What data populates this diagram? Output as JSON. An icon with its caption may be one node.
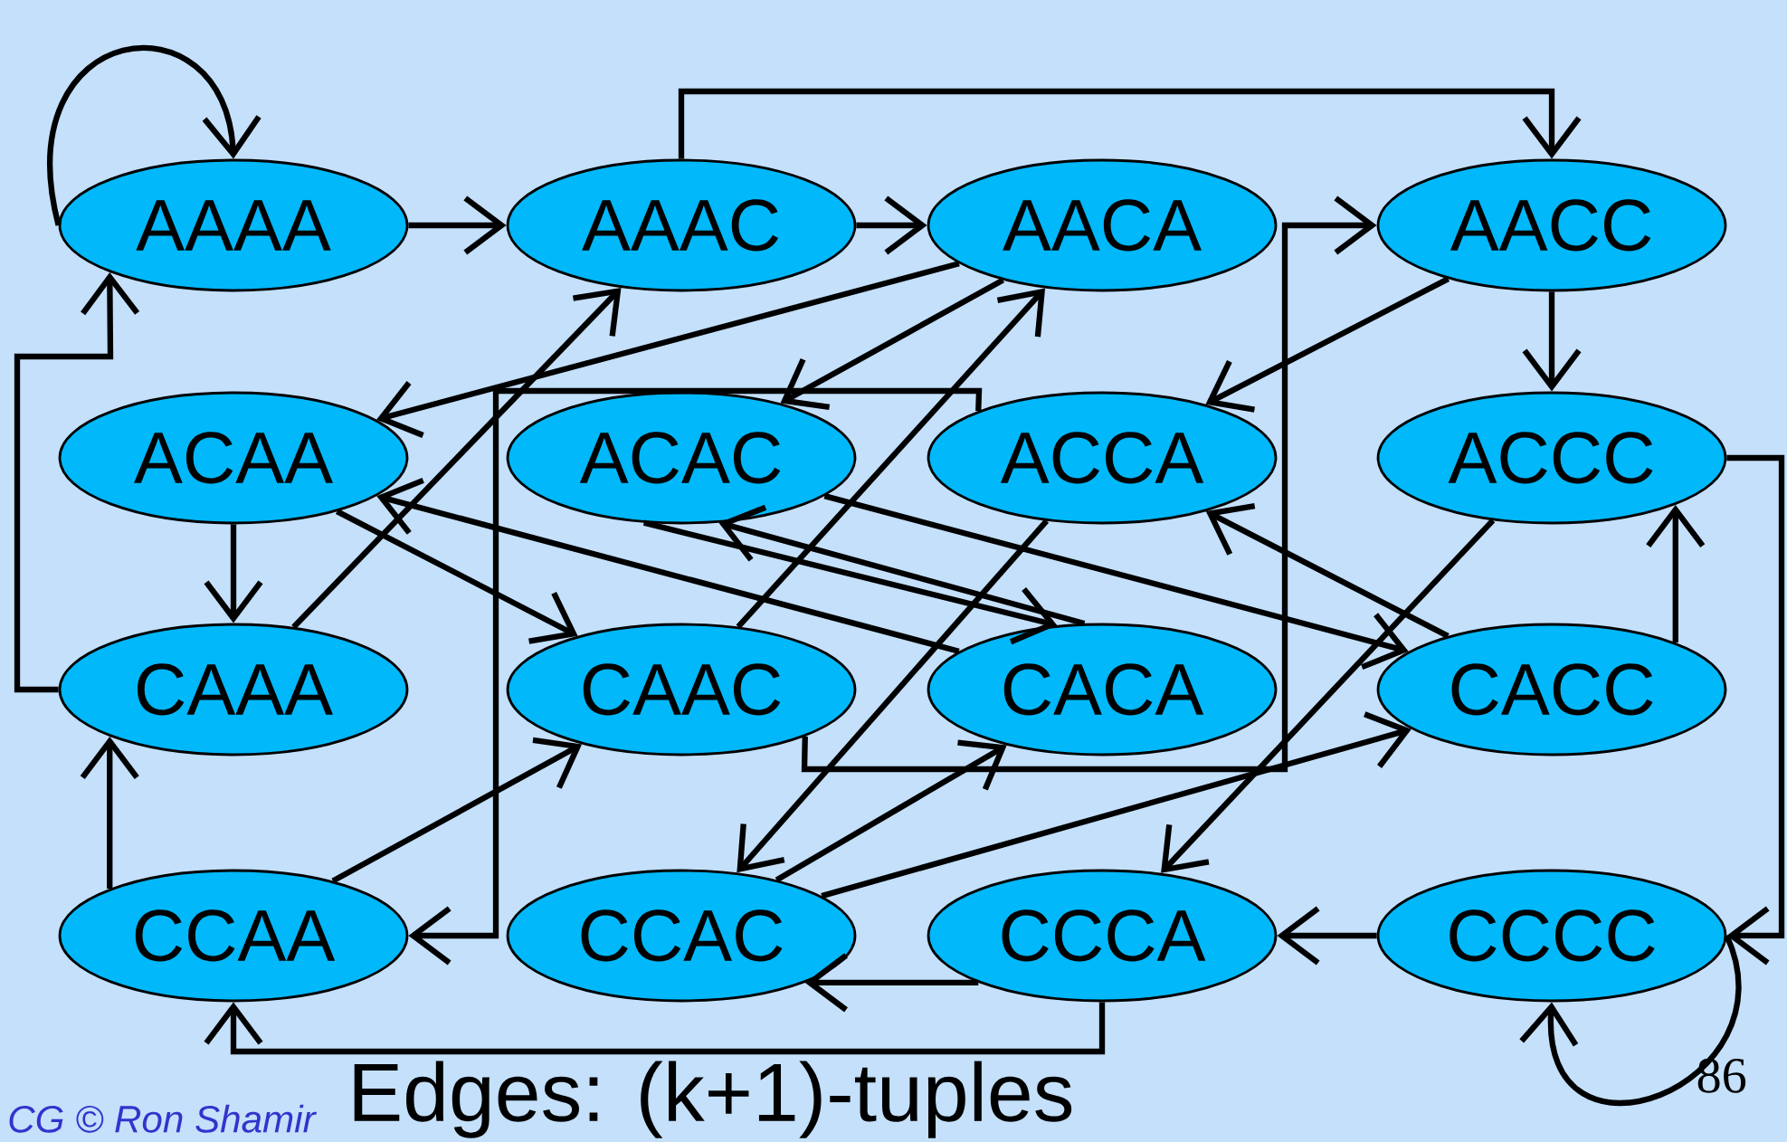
{
  "diagram": {
    "nodes": [
      {
        "text": [
          "AAAA"
        ]
      },
      {
        "text": [
          "AAAC"
        ]
      },
      {
        "text": [
          "AACA"
        ]
      },
      {
        "text": [
          "AACC"
        ]
      },
      {
        "text": [
          "ACAA"
        ]
      },
      {
        "text": [
          "ACAC"
        ]
      },
      {
        "text": [
          "ACCA"
        ]
      },
      {
        "text": [
          "ACCC"
        ]
      },
      {
        "text": [
          "CAAA"
        ]
      },
      {
        "text": [
          "CAAC"
        ]
      },
      {
        "text": [
          "CACA"
        ]
      },
      {
        "text": [
          "CACC"
        ]
      },
      {
        "text": [
          "CCAA"
        ]
      },
      {
        "text": [
          "CCAC"
        ]
      },
      {
        "text": [
          "CCCA"
        ]
      },
      {
        "text": [
          "CCCC"
        ]
      }
    ],
    "edges": [
      {
        "from": 0,
        "to": 0,
        "arrow": "to"
      },
      {
        "from": 0,
        "to": 1,
        "arrow": "to"
      },
      {
        "from": 1,
        "to": 2,
        "arrow": "to"
      },
      {
        "from": 1,
        "to": 3,
        "arrow": "to"
      },
      {
        "from": 2,
        "to": 4,
        "arrow": "to"
      },
      {
        "from": 2,
        "to": 5,
        "arrow": "to"
      },
      {
        "from": 3,
        "to": 6,
        "arrow": "to"
      },
      {
        "from": 3,
        "to": 7,
        "arrow": "to"
      },
      {
        "from": 4,
        "to": 8,
        "arrow": "to"
      },
      {
        "from": 4,
        "to": 9,
        "arrow": "to"
      },
      {
        "from": 5,
        "to": 10,
        "arrow": "to"
      },
      {
        "from": 5,
        "to": 11,
        "arrow": "to"
      },
      {
        "from": 6,
        "to": 12,
        "arrow": "to"
      },
      {
        "from": 6,
        "to": 13,
        "arrow": "to"
      },
      {
        "from": 7,
        "to": 14,
        "arrow": "to"
      },
      {
        "from": 7,
        "to": 15,
        "arrow": "to"
      },
      {
        "from": 8,
        "to": 0,
        "arrow": "to"
      },
      {
        "from": 8,
        "to": 1,
        "arrow": "to"
      },
      {
        "from": 9,
        "to": 2,
        "arrow": "to"
      },
      {
        "from": 9,
        "to": 3,
        "arrow": "to"
      },
      {
        "from": 10,
        "to": 4,
        "arrow": "to"
      },
      {
        "from": 10,
        "to": 5,
        "arrow": "to"
      },
      {
        "from": 11,
        "to": 6,
        "arrow": "to"
      },
      {
        "from": 11,
        "to": 7,
        "arrow": "to"
      },
      {
        "from": 12,
        "to": 8,
        "arrow": "to"
      },
      {
        "from": 12,
        "to": 9,
        "arrow": "to"
      },
      {
        "from": 13,
        "to": 10,
        "arrow": "to"
      },
      {
        "from": 13,
        "to": 11,
        "arrow": "to"
      },
      {
        "from": 14,
        "to": 12,
        "arrow": "to"
      },
      {
        "from": 14,
        "to": 13,
        "arrow": "to"
      },
      {
        "from": 15,
        "to": 14,
        "arrow": "to"
      },
      {
        "from": 15,
        "to": 15,
        "arrow": "to"
      }
    ],
    "labels": [
      "CG © Ron Shamir",
      "Edges: (k+1)-tuples",
      "86"
    ]
  }
}
